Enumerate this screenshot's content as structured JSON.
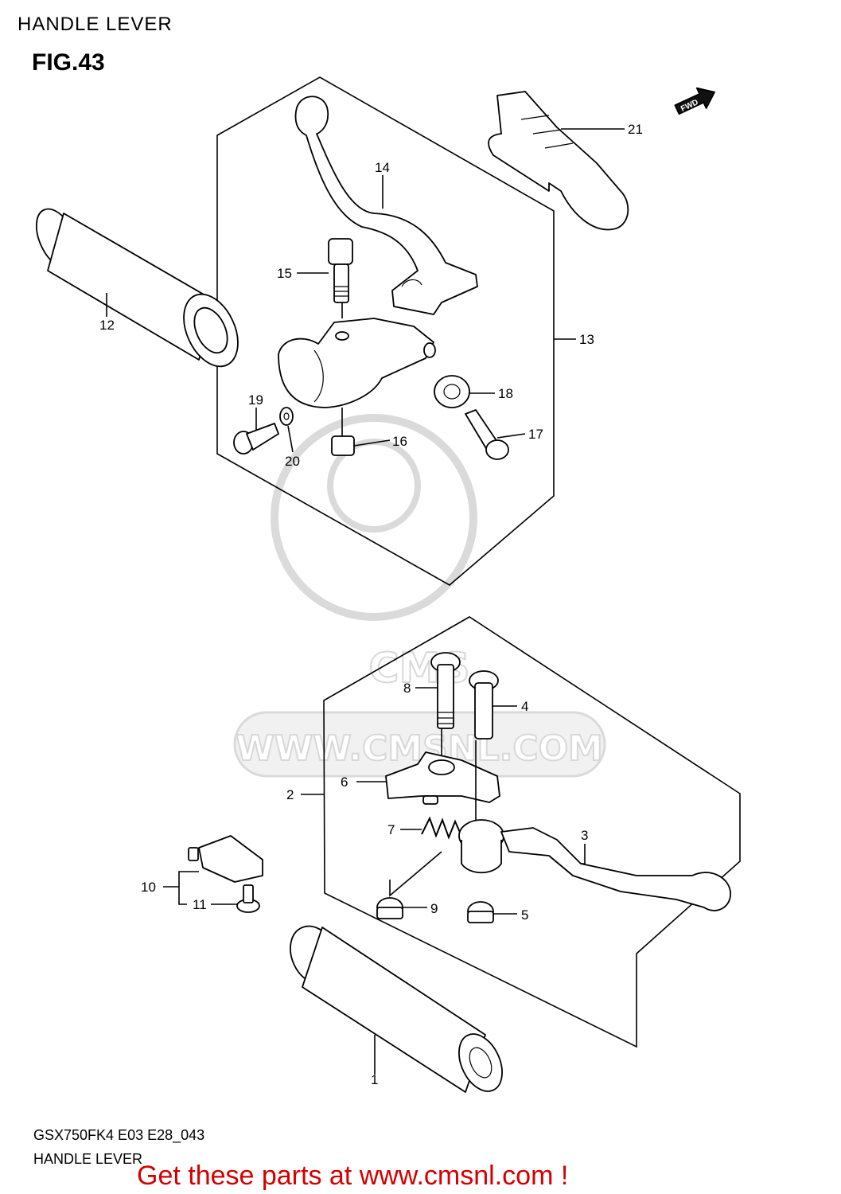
{
  "header": {
    "section_title": "HANDLE LEVER",
    "figure_label": "FIG.43",
    "fwd_label": "FWD"
  },
  "watermark": {
    "text": "WWW.CMSNL.COM",
    "logo_text": "CMS"
  },
  "callouts": [
    "1",
    "2",
    "3",
    "4",
    "5",
    "6",
    "7",
    "8",
    "9",
    "10",
    "11",
    "12",
    "13",
    "14",
    "15",
    "16",
    "17",
    "18",
    "19",
    "20",
    "21"
  ],
  "footer": {
    "model_code": "GSX750FK4 E03 E28_043",
    "caption": "HANDLE LEVER",
    "promo": "Get these parts at www.cmsnl.com !"
  },
  "colors": {
    "promo": "#d40000",
    "watermark": "#b9b9b9",
    "lines": "#000000"
  }
}
